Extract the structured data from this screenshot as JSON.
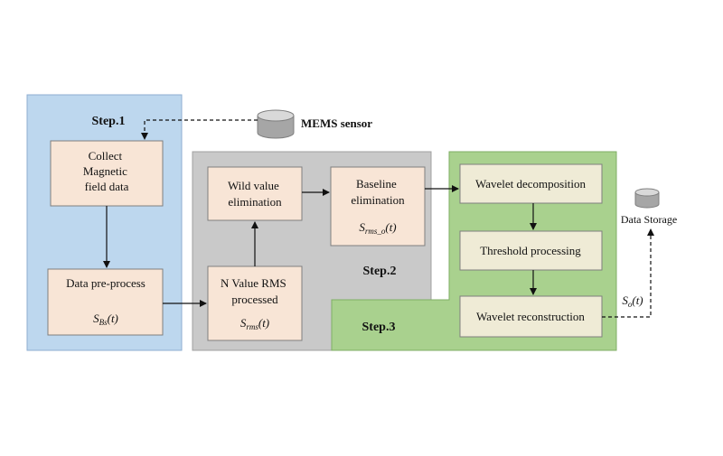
{
  "sensor": {
    "label": "MEMS sensor"
  },
  "storage": {
    "label": "Data Storage"
  },
  "step1": {
    "title": "Step.1",
    "collect": [
      "Collect",
      "Magnetic",
      "field data"
    ],
    "preprocess": "Data pre-process",
    "signal": {
      "base": "S",
      "sub": "Bs",
      "arg": "(t)"
    }
  },
  "step2": {
    "title": "Step.2",
    "wild": [
      "Wild value",
      "elimination"
    ],
    "baseline": [
      "Baseline",
      "elimination"
    ],
    "baseline_signal": {
      "base": "S",
      "sub": "rms_o",
      "arg": "(t)"
    },
    "rms": [
      "N Value RMS",
      "processed"
    ],
    "rms_signal": {
      "base": "S",
      "sub": "rms",
      "arg": "(t)"
    }
  },
  "step3": {
    "title": "Step.3",
    "decomposition": "Wavelet decomposition",
    "threshold": "Threshold processing",
    "reconstruction": "Wavelet reconstruction"
  },
  "output_signal": {
    "base": "S",
    "sub": "o",
    "arg": "(t)"
  },
  "colors": {
    "step1_bg": "#bdd7ee",
    "step2_bg": "#c9c9c9",
    "step3_bg": "#a9d18e",
    "box_fill": "#f8e5d6",
    "box_fill_green": "#efebd6",
    "border": "#7f7f7f"
  }
}
